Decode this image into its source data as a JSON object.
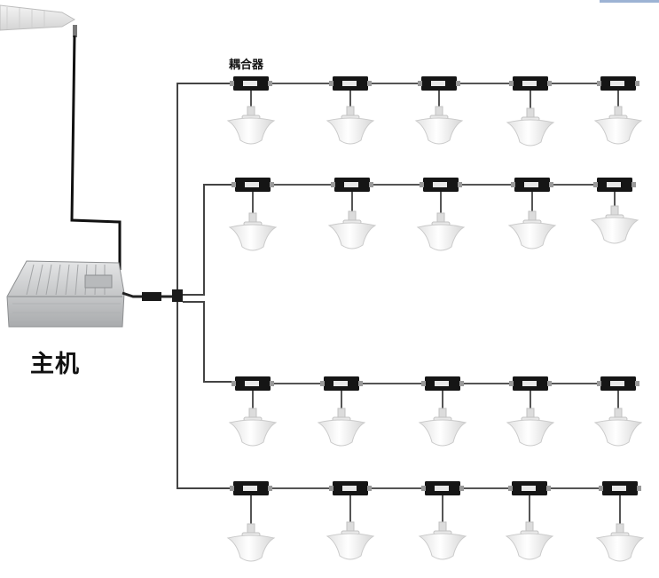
{
  "labels": {
    "coupler": "耦合器",
    "host": "主机"
  },
  "diagram": {
    "branches": 4,
    "couplers_per_branch": 5,
    "components": [
      "donor-antenna",
      "host-unit",
      "splitter",
      "coupler",
      "ceiling-antenna"
    ]
  },
  "colors": {
    "cable": "#4a4a4a",
    "feeder": "#111111",
    "coupler_body": "#151515",
    "antenna": "#f2f2f2",
    "host_body": "#c9cbcd"
  }
}
